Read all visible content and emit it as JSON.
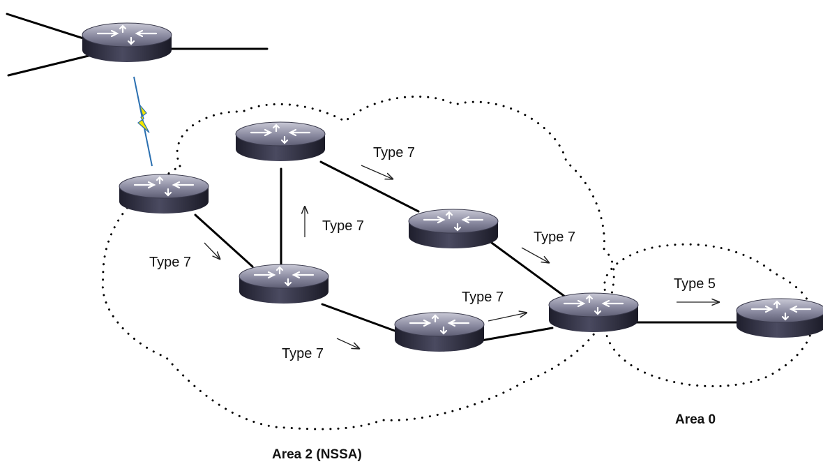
{
  "areas": {
    "nssa": "Area 2 (NSSA)",
    "backbone": "Area 0"
  },
  "lsa_labels": {
    "l1": "Type 7",
    "l2": "Type 7",
    "l3": "Type 7",
    "l4": "Type 7",
    "l5": "Type 7",
    "l6": "Type 7",
    "l7": "Type 5"
  },
  "icons": {
    "router": "router-icon",
    "serial_link": "lightning-bolt-icon"
  },
  "colors": {
    "router_top": "#8a8aa0",
    "router_body": "#2c2c3e",
    "serial_link": "#f2e600",
    "serial_outline": "#2a6fb0"
  }
}
